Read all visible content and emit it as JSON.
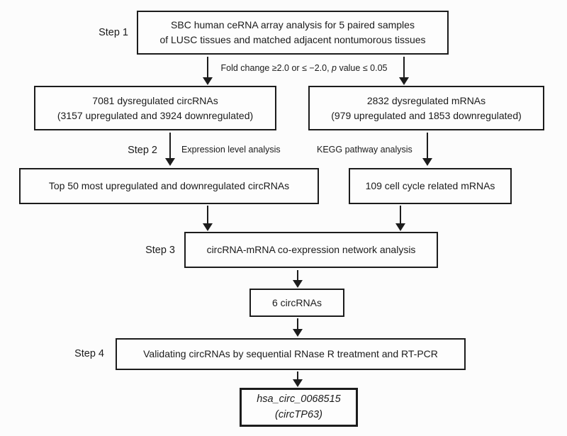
{
  "figure": {
    "type": "flowchart",
    "background_color": "#fcfcfc",
    "line_color": "#1c1c1c"
  },
  "step_labels": {
    "s1": "Step 1",
    "s2": "Step 2",
    "s3": "Step 3",
    "s4": "Step 4"
  },
  "boxes": {
    "array_analysis": "SBC human ceRNA array analysis for 5 paired samples\nof LUSC tissues and matched adjacent nontumorous tissues",
    "circrna_dysregulated": "7081 dysregulated circRNAs\n(3157 upregulated and 3924 downregulated)",
    "mrna_dysregulated": "2832 dysregulated mRNAs\n(979 upregulated and 1853 downregulated)",
    "top50_circrnas": "Top 50 most upregulated and downregulated circRNAs",
    "cell_cycle_mrnas": "109 cell cycle related mRNAs",
    "coexpression_network": "circRNA-mRNA co-expression network analysis",
    "six_circrnas": "6 circRNAs",
    "validation": "Validating circRNAs by sequential RNase R treatment and RT-PCR",
    "final_circrna": "hsa_circ_0068515\n(circTP63)"
  },
  "edge_labels": {
    "fold_change_pre": "Fold change ≥2.0 or ≤ −2.0, ",
    "fold_change_p": "p",
    "fold_change_post": " value ≤ 0.05",
    "expression": "Expression level analysis",
    "kegg": "KEGG pathway analysis"
  }
}
